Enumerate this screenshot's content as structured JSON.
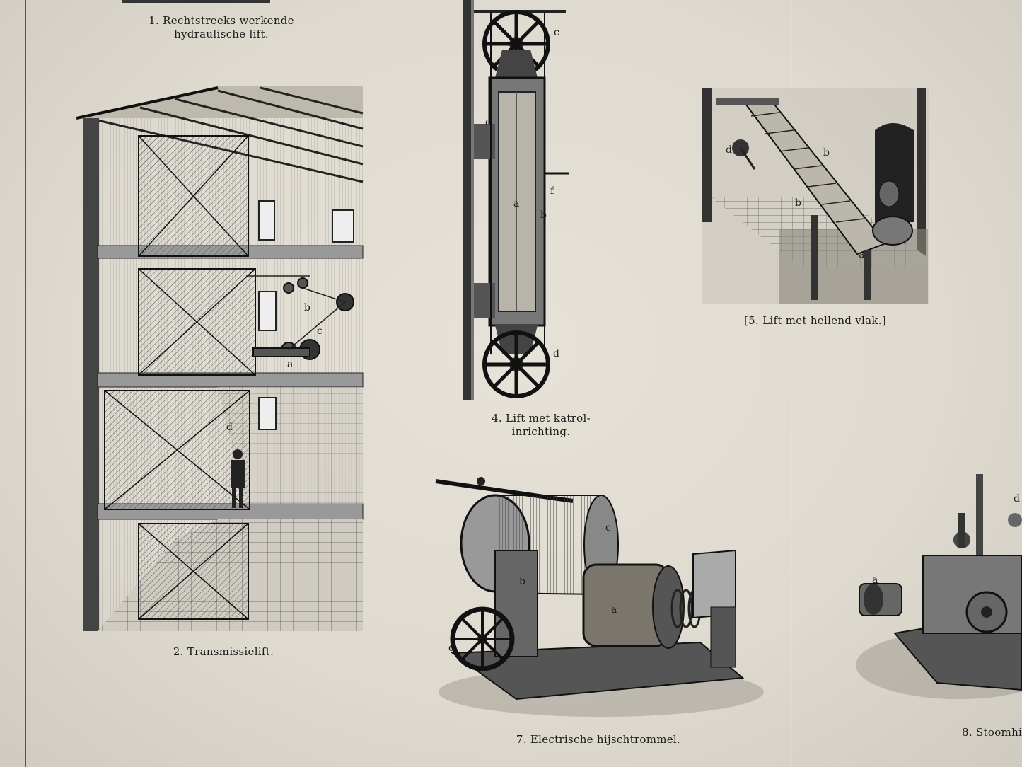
{
  "captions": {
    "fig1_line1": "1. Rechtstreeks werkende",
    "fig1_line2": "hydraulische lift.",
    "fig2": "2. Transmissielift.",
    "fig4_line1": "4. Lift met katrol-",
    "fig4_line2": "inrichting.",
    "fig5": "[5. Lift met hellend vlak.]",
    "fig7": "7. Electrische hijschtrommel.",
    "fig8": "8. Stoomhi"
  },
  "labels": {
    "a": "a",
    "b": "b",
    "c": "c",
    "d": "d",
    "e": "e",
    "f": "f"
  }
}
